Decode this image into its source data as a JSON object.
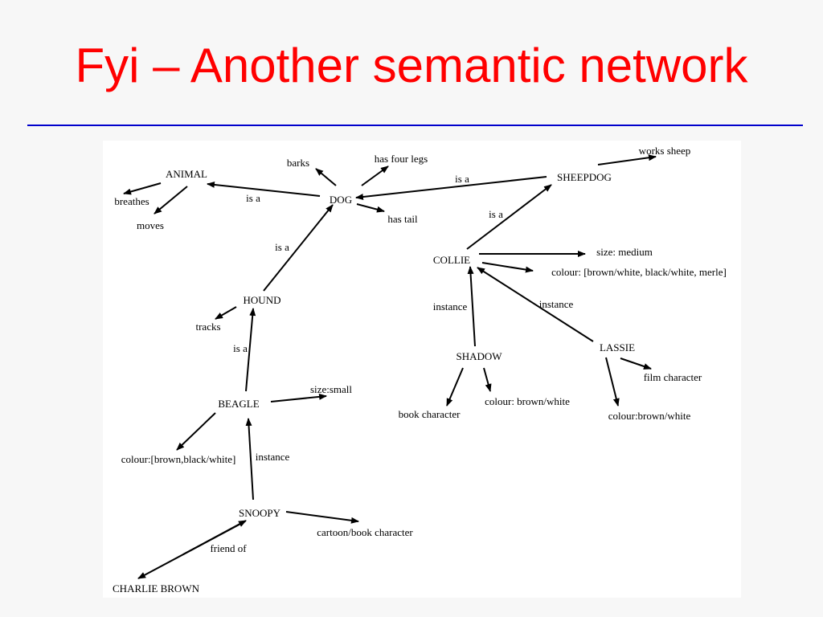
{
  "slide": {
    "title": "Fyi – Another semantic network"
  },
  "nodes": {
    "animal": "ANIMAL",
    "breathes": "breathes",
    "moves": "moves",
    "barks": "barks",
    "has_four_legs": "has four legs",
    "dog": "DOG",
    "has_tail": "has tail",
    "sheepdog": "SHEEPDOG",
    "works_sheep": "works sheep",
    "collie": "COLLIE",
    "size_medium": "size: medium",
    "colour_collie": "colour: [brown/white, black/white, merle]",
    "hound": "HOUND",
    "tracks": "tracks",
    "shadow": "SHADOW",
    "lassie": "LASSIE",
    "film_character": "film character",
    "book_character": "book character",
    "colour_shadow": "colour: brown/white",
    "colour_lassie": "colour:brown/white",
    "beagle": "BEAGLE",
    "size_small": "size:small",
    "colour_beagle": "colour:[brown,black/white]",
    "snoopy": "SNOOPY",
    "cartoon_book_character": "cartoon/book character",
    "charlie_brown": "CHARLIE BROWN"
  },
  "edge_labels": {
    "dog_animal": "is a",
    "sheepdog_dog": "is a",
    "hound_dog": "is a",
    "collie_sheepdog": "is a",
    "shadow_collie": "instance",
    "lassie_collie": "instance",
    "beagle_hound": "is a",
    "snoopy_beagle": "instance",
    "snoopy_charlie": "friend of"
  }
}
